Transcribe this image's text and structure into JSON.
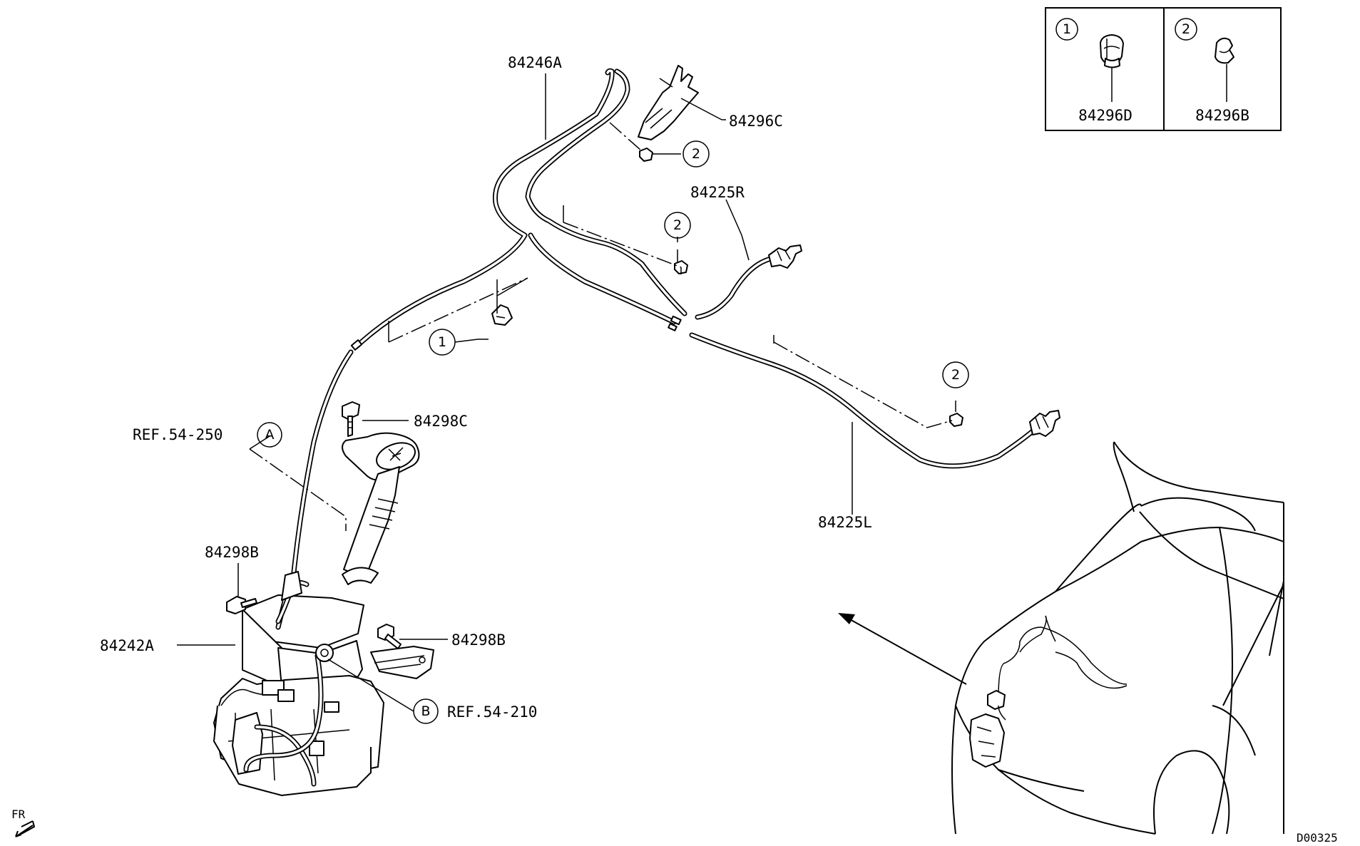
{
  "labels": {
    "hose_main": "84246A",
    "nozzle_clip": "84296C",
    "hose_right": "84225R",
    "hose_left": "84225L",
    "bolt_pump": "84298C",
    "bolt_tank_left": "84298B",
    "bolt_tank_right": "84298B",
    "tank": "84242A",
    "ref_a": "REF.54-250",
    "ref_b": "REF.54-210",
    "marker_a": "A",
    "marker_b": "B",
    "front_indicator": "FR",
    "diagram_code": "D00325"
  },
  "callouts": {
    "clip_1": "1",
    "clip_2": "2"
  },
  "legend": {
    "cell_1_number": "1",
    "cell_1_part": "84296D",
    "cell_2_number": "2",
    "cell_2_part": "84296B"
  }
}
